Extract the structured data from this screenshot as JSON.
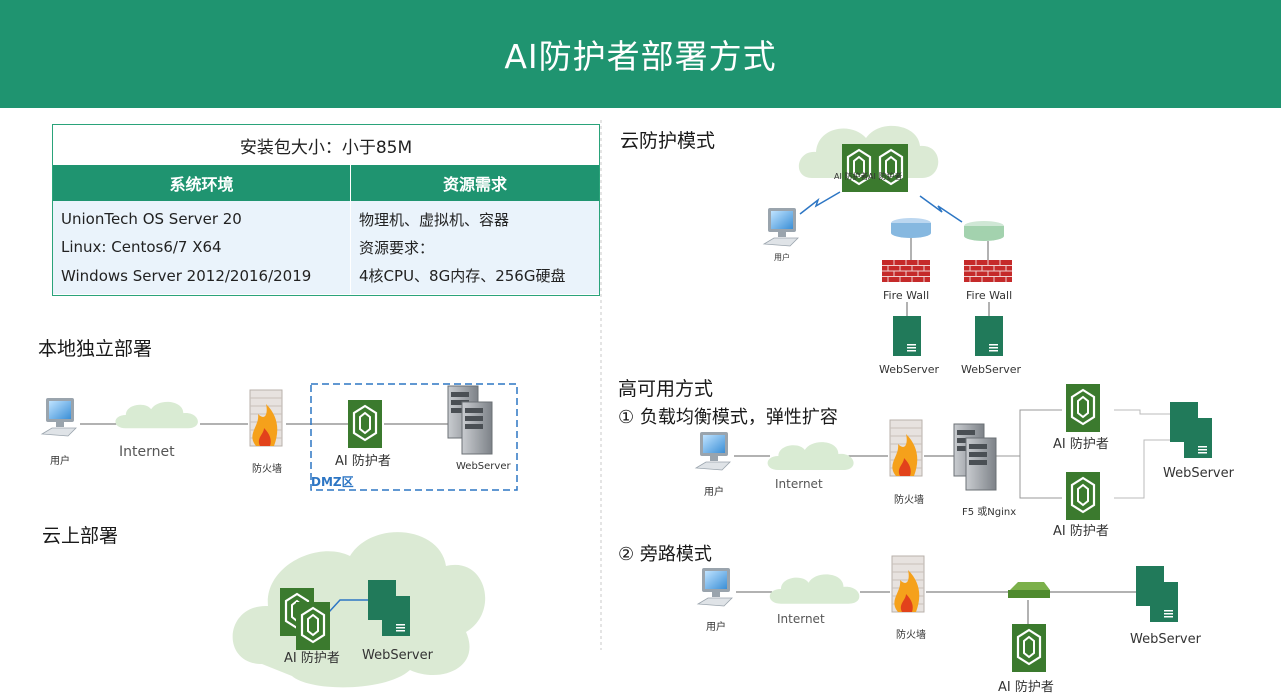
{
  "title": "AI防护者部署方式",
  "spec": {
    "package": "安装包大小：小于85M",
    "col_env": "系统环境",
    "col_res": "资源需求",
    "env": [
      "UnionTech OS Server 20",
      "Linux: Centos6/7 X64",
      "Windows Server 2012/2016/2019"
    ],
    "res": [
      "物理机、虚拟机、容器",
      "资源要求：",
      "4核CPU、8G内存、256G硬盘"
    ]
  },
  "local": {
    "title": "本地独立部署",
    "user": "用户",
    "internet": "Internet",
    "firewall": "防火墙",
    "guard": "AI 防护者",
    "web": "WebServer",
    "dmz": "DMZ区"
  },
  "cloudDeploy": {
    "title": "云上部署",
    "guard": "AI 防护者",
    "web": "WebServer"
  },
  "cloudMode": {
    "title": "云防护模式",
    "guard_a": "AI 防护者",
    "guard_b": "AI 防护者",
    "user": "用户",
    "fw_a": "Fire Wall",
    "fw_b": "Fire Wall",
    "web_a": "WebServer",
    "web_b": "WebServer"
  },
  "ha": {
    "title": "高可用方式",
    "lb_title": "①   负载均衡模式，弹性扩容",
    "user": "用户",
    "internet": "Internet",
    "firewall": "防火墙",
    "lb": "F5 或Nginx",
    "guard_top": "AI 防护者",
    "guard_bottom": "AI 防护者",
    "web": "WebServer",
    "bypass_title": "②   旁路模式",
    "bp_user": "用户",
    "bp_internet": "Internet",
    "bp_firewall": "防火墙",
    "bp_guard": "AI 防护者",
    "bp_web": "WebServer"
  },
  "colors": {
    "banner": "#1f9470",
    "guard": "#3b7a2e",
    "server": "#217a5a",
    "cloud": "#d9ebd3"
  }
}
